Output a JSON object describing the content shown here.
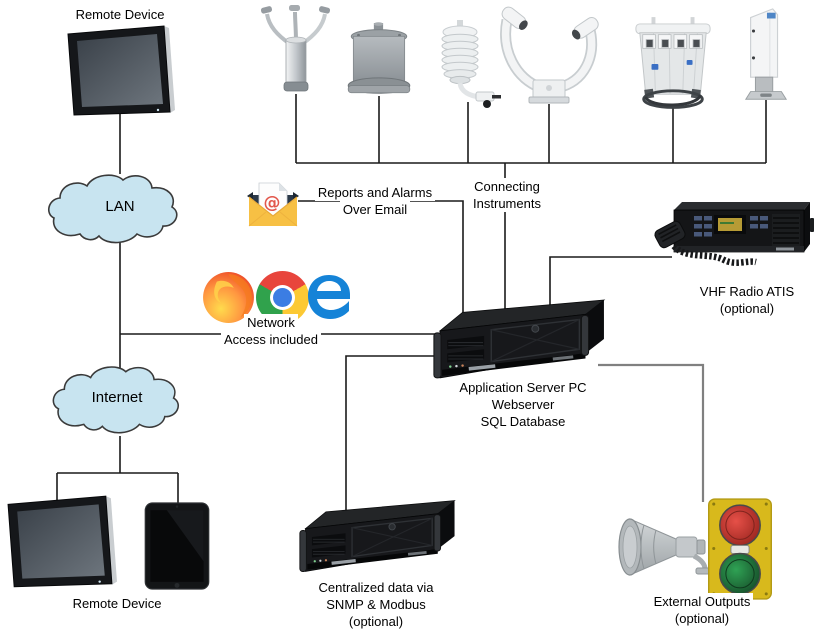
{
  "title": "Weather / ATIS system architecture diagram",
  "colors": {
    "background": "#ffffff",
    "line": "#1a1a1a",
    "line_gray": "#808080",
    "cloud_fill": "#c8e4f0",
    "cloud_stroke": "#3a3a3a",
    "text": "#000000",
    "signal_yellow": "#d8b91c",
    "signal_red": "#c4322a",
    "signal_green": "#1f8f46"
  },
  "nodes": {
    "remote_device_top": {
      "label": "Remote Device"
    },
    "lan_cloud": {
      "label": "LAN"
    },
    "internet_cloud": {
      "label": "Internet"
    },
    "email": {
      "line1": "Reports and Alarms",
      "line2": "Over Email",
      "at_glyph": "@"
    },
    "connecting_instruments": {
      "line1": "Connecting",
      "line2": "Instruments"
    },
    "network_access": {
      "line1": "Network",
      "line2": "Access included"
    },
    "vhf_radio": {
      "line1": "VHF Radio ATIS",
      "line2": "(optional)"
    },
    "app_server": {
      "line1": "Application Server PC",
      "line2": "Webserver",
      "line3": "SQL Database"
    },
    "remote_device_bottom": {
      "label": "Remote Device"
    },
    "central_server": {
      "line1": "Centralized data via",
      "line2": "SNMP & Modbus",
      "line3": "(optional)"
    },
    "external_outputs": {
      "line1": "External Outputs",
      "line2": "(optional)"
    }
  },
  "icons": {
    "instruments": [
      "ultrasonic-wind-sensor",
      "ice-sensor",
      "temperature-humidity-shield",
      "present-weather-sensor",
      "wind-profiler-drum",
      "ceilometer"
    ],
    "browsers": [
      "firefox",
      "chrome",
      "edge"
    ],
    "devices": [
      "wall-monitor",
      "lan-cloud",
      "internet-cloud",
      "email-envelope",
      "vhf-radio",
      "rack-server",
      "tablet",
      "horn-speaker",
      "signal-light"
    ]
  }
}
